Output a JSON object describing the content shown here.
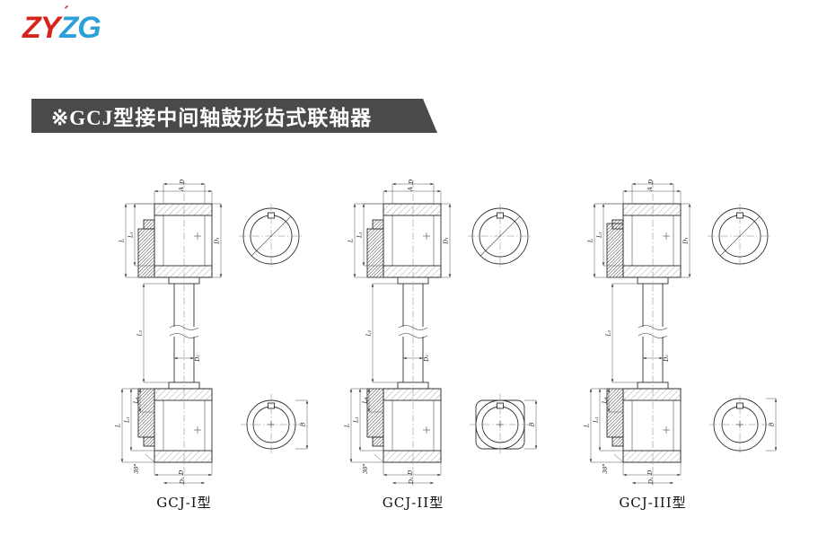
{
  "logo": {
    "part1": "ZY",
    "part2": "ZG",
    "accent": "´"
  },
  "banner": {
    "title": "※GCJ型接中间轴鼓形齿式联轴器"
  },
  "dim_labels": {
    "a": "A",
    "d": "D",
    "d1": "D₁",
    "d2": "D₂",
    "l": "L",
    "l1": "L₁",
    "l2": "L₂",
    "l4": "L₄",
    "b": "B",
    "angle": "30°"
  },
  "drawings": [
    {
      "caption": "GCJ-I型"
    },
    {
      "caption": "GCJ-II型"
    },
    {
      "caption": "GCJ-III型"
    }
  ]
}
